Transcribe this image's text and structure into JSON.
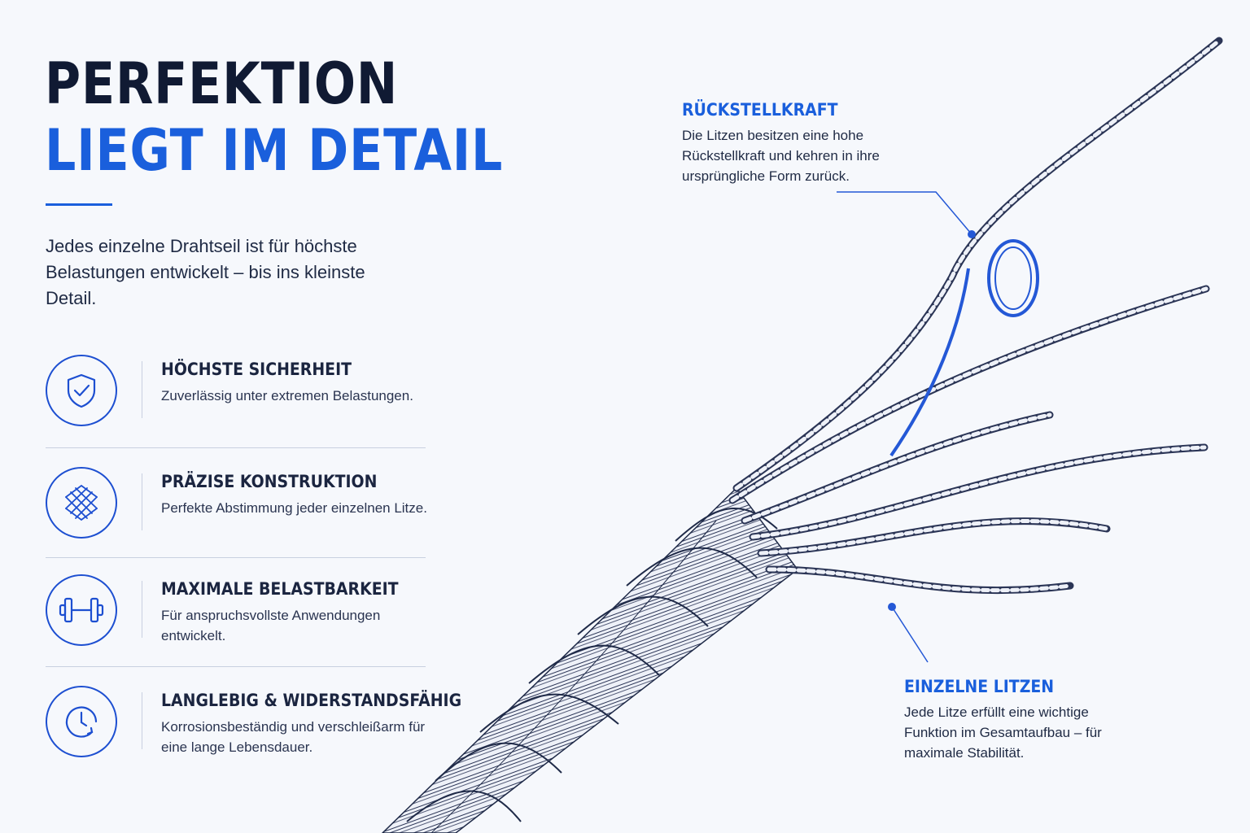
{
  "headline": {
    "line1": "PERFEKTION",
    "line2": "LIEGT IM DETAIL"
  },
  "intro": "Jedes einzelne Drahtseil ist für höchste Belastungen entwickelt – bis ins kleinste Detail.",
  "features": [
    {
      "icon": "shield-check-icon",
      "title": "HÖCHSTE SICHERHEIT",
      "text": "Zuverlässig unter extremen Belastungen."
    },
    {
      "icon": "mesh-weave-icon",
      "title": "PRÄZISE KONSTRUKTION",
      "text": "Perfekte Abstimmung jeder einzelnen Litze."
    },
    {
      "icon": "dumbbell-icon",
      "title": "MAXIMALE BELASTBARKEIT",
      "text": "Für anspruchsvollste Anwendungen entwickelt."
    },
    {
      "icon": "clock-icon",
      "title": "LANGLEBIG & WIDERSTANDSFÄHIG",
      "text": "Korrosionsbeständig und verschleißarm für eine lange Lebensdauer."
    }
  ],
  "callouts": {
    "rueckstellkraft": {
      "title": "RÜCKSTELLKRAFT",
      "text": "Die Litzen besitzen eine hohe Rückstellkraft und kehren in ihre ursprüngliche Form zurück."
    },
    "litzen": {
      "title": "EINZELNE LITZEN",
      "text": "Jede Litze erfüllt eine wichtige Funktion im Gesamtaufbau – für maximale Stabilität."
    }
  },
  "colors": {
    "accent": "#1a5fdc",
    "dark": "#101a33",
    "background": "#f6f8fc",
    "rope": "#2b3556"
  }
}
